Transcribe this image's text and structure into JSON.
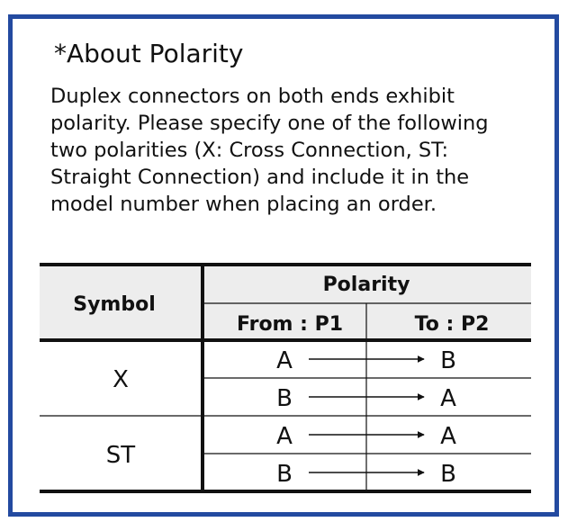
{
  "notice": {
    "heading": "*About Polarity",
    "paragraph_lines": [
      "Duplex connectors on both ends exhibit",
      "polarity. Please specify one of the following",
      "two polarities (X: Cross Connection, ST:",
      "Straight Connection) and include it in the",
      "model number when placing an order."
    ]
  },
  "table": {
    "symbol_header": "Symbol",
    "polarity_header": "Polarity",
    "from_header": "From : P1",
    "to_header": "To : P2",
    "groups": [
      {
        "symbol": "X",
        "rows": [
          {
            "from": "A",
            "to": "B"
          },
          {
            "from": "B",
            "to": "A"
          }
        ]
      },
      {
        "symbol": "ST",
        "rows": [
          {
            "from": "A",
            "to": "A"
          },
          {
            "from": "B",
            "to": "B"
          }
        ]
      }
    ]
  },
  "colors": {
    "frame_border": "#234aa0",
    "header_fill": "#ededed",
    "rule": "#111111"
  }
}
